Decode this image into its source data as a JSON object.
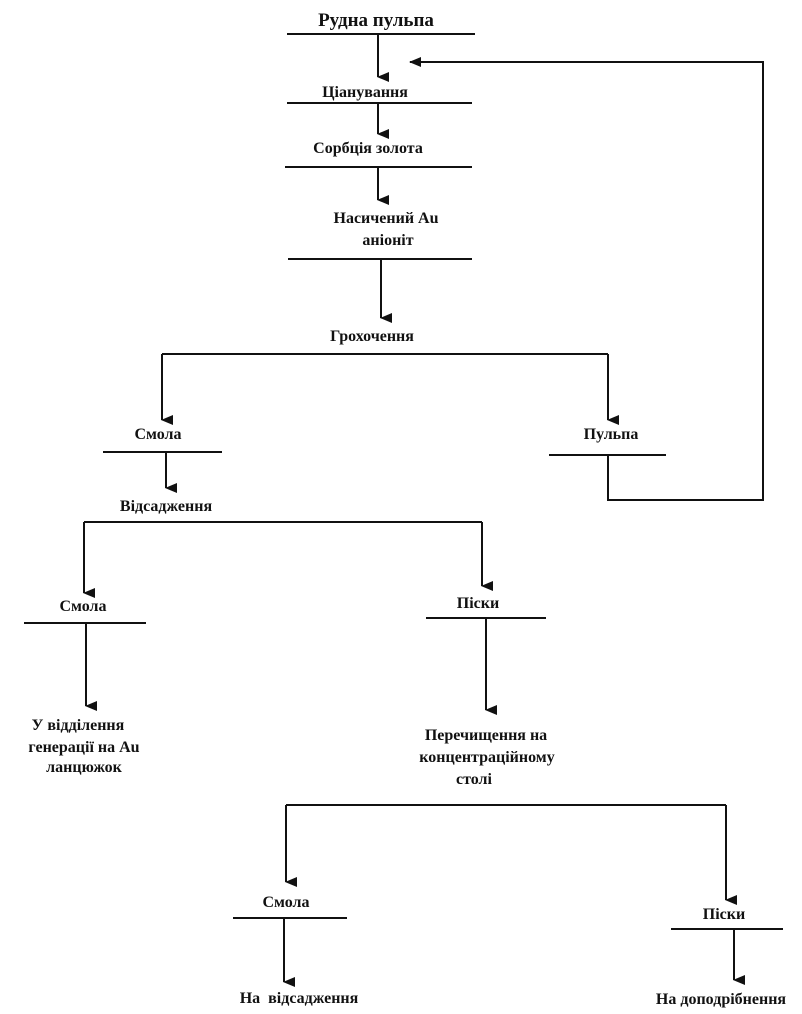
{
  "nodes": {
    "ore_pulp": "Рудна пульпа",
    "cyanidation": "Ціанування",
    "gold_sorption": "Сорбція золота",
    "saturated_anionite": [
      "Насичений Au",
      "аніоніт"
    ],
    "screening": "Грохочення",
    "resin_1": "Смола",
    "pulp": "Пульпа",
    "jigging": "Відсадження",
    "resin_2": "Смола",
    "sands_1": "Піски",
    "to_generation": [
      "У відділення",
      "генерації на Au",
      "ланцюжок"
    ],
    "concentration_table": [
      "Перечищення на",
      "концентраційному",
      "столі"
    ],
    "resin_3": "Смола",
    "sands_2": "Піски",
    "to_jigging": "На  відсадження",
    "to_regrinding": "На доподрібнення"
  },
  "colors": {
    "ink": "#111111",
    "background": "#ffffff"
  }
}
